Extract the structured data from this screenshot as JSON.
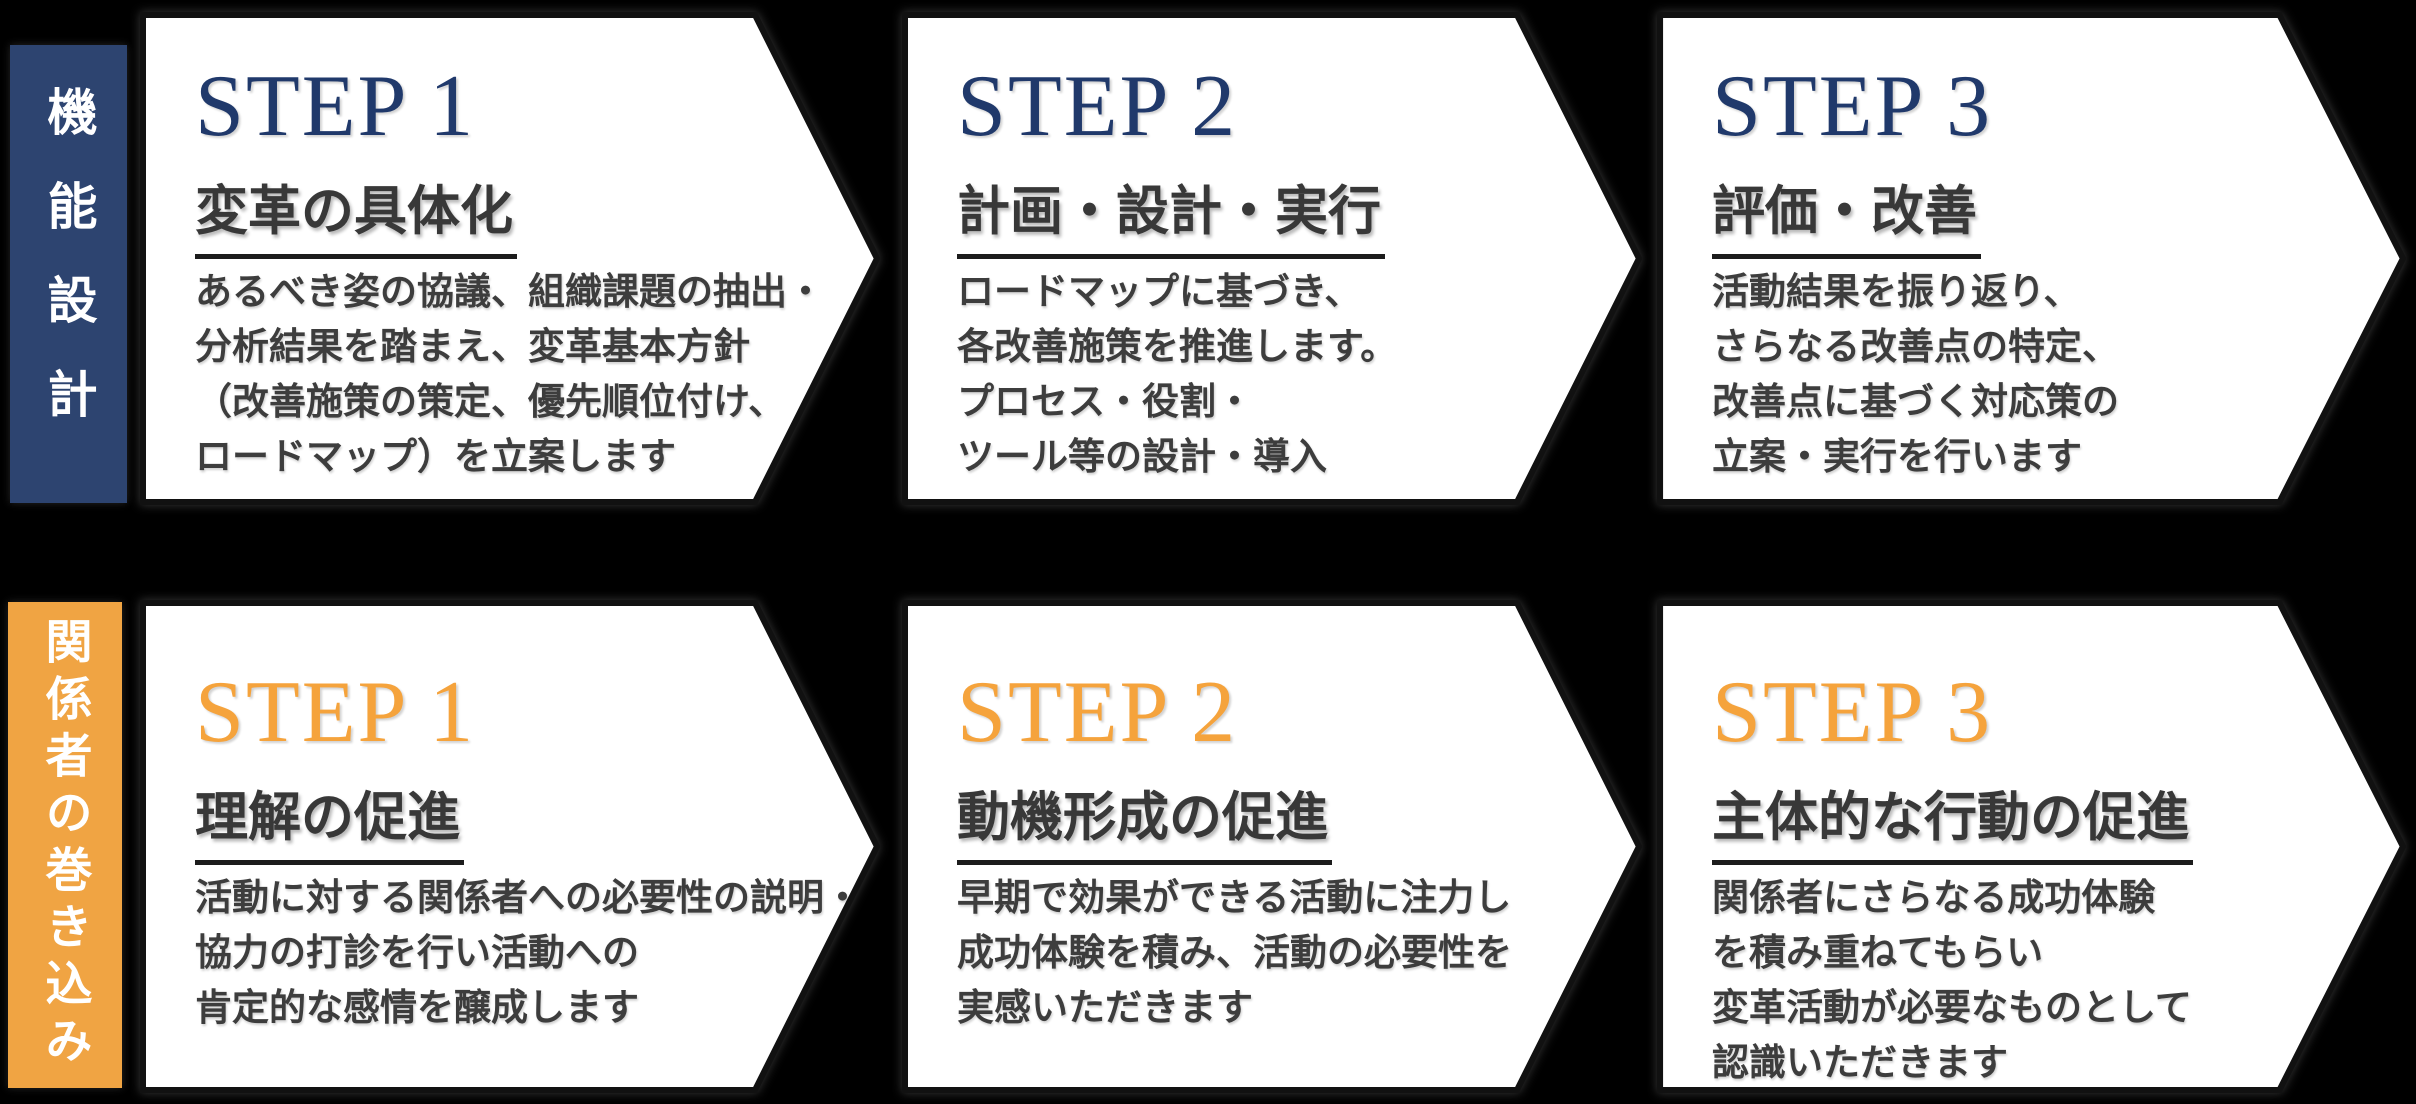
{
  "canvas": {
    "background": "#000000"
  },
  "styles": {
    "card_fill": "#ffffff",
    "card_border": "#111111",
    "heading_color": "#383838",
    "body_color": "#3d3d3d",
    "underline_color": "#1c1c1c"
  },
  "rows": [
    {
      "label": {
        "text": "機能設計",
        "bg": "#2d4470",
        "color": "#ffffff"
      },
      "accent": "#20396b",
      "steps": [
        {
          "step_label": "STEP 1",
          "heading": "変革の具体化",
          "body": [
            "あるべき姿の協議、組織課題の抽出・",
            "分析結果を踏まえ、変革基本方針",
            "（改善施策の策定、優先順位付け、",
            "ロードマップ）を立案します"
          ]
        },
        {
          "step_label": "STEP 2",
          "heading": "計画・設計・実行",
          "body": [
            "ロードマップに基づき、",
            "各改善施策を推進します。",
            "プロセス・役割・",
            "ツール等の設計・導入"
          ]
        },
        {
          "step_label": "STEP 3",
          "heading": "評価・改善",
          "body": [
            "活動結果を振り返り、",
            "さらなる改善点の特定、",
            "改善点に基づく対応策の",
            "立案・実行を行います"
          ]
        }
      ]
    },
    {
      "label": {
        "text": "関係者の巻き込み",
        "bg": "#f0a443",
        "color": "#ffffff"
      },
      "accent": "#f5a33c",
      "steps": [
        {
          "step_label": "STEP 1",
          "heading": "理解の促進",
          "body": [
            "活動に対する関係者への必要性の説明・",
            "協力の打診を行い活動への",
            "肯定的な感情を醸成します"
          ]
        },
        {
          "step_label": "STEP 2",
          "heading": "動機形成の促進",
          "body": [
            "早期で効果ができる活動に注力し",
            "成功体験を積み、活動の必要性を",
            "実感いただきます"
          ]
        },
        {
          "step_label": "STEP 3",
          "heading": "主体的な行動の促進",
          "body": [
            "関係者にさらなる成功体験",
            "を積み重ねてもらい",
            "変革活動が必要なものとして",
            "認識いただきます"
          ]
        }
      ]
    }
  ]
}
